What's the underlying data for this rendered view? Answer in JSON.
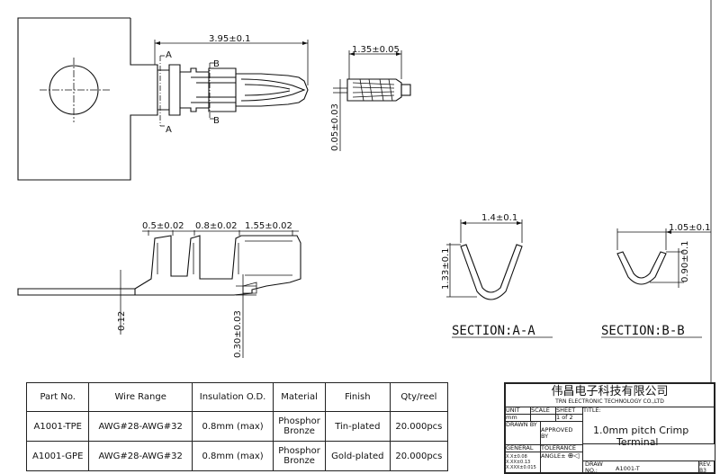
{
  "dimensions": {
    "top_length": "3.95±0.1",
    "end_width": "1.35±0.05",
    "end_offset": "0.05±0.03",
    "slot1": "0.5±0.02",
    "slot2": "0.8±0.02",
    "slot3": "1.55±0.02",
    "thickness": "0.12",
    "tab_height": "0.30±0.03",
    "sec_a_width": "1.4±0.1",
    "sec_a_height": "1.33±0.1",
    "sec_b_width": "1.05±0.1",
    "sec_b_height": "0.90±0.1"
  },
  "section_markers": {
    "a": "A",
    "b": "B"
  },
  "sections": {
    "a": "SECTION:A-A",
    "b": "SECTION:B-B"
  },
  "spec_table": {
    "headers": [
      "Part No.",
      "Wire Range",
      "Insulation O.D.",
      "Material",
      "Finish",
      "Qty/reel"
    ],
    "rows": [
      {
        "part": "A1001-TPE",
        "wire": "AWG#28-AWG#32",
        "insulation": "0.8mm (max)",
        "material_line1": "Phosphor",
        "material_line2": "Bronze",
        "finish": "Tin-plated",
        "qty": "20.000pcs"
      },
      {
        "part": "A1001-GPE",
        "wire": "AWG#28-AWG#32",
        "insulation": "0.8mm (max)",
        "material_line1": "Phosphor",
        "material_line2": "Bronze",
        "finish": "Gold-plated",
        "qty": "20.000pcs"
      }
    ]
  },
  "title_block": {
    "company_cn": "伟昌电子科技有限公司",
    "company_en": "TRN ELECTRONIC TECHNOLOGY CO.,LTD",
    "unit_label": "UNIT",
    "unit_value": "mm",
    "scale_label": "SCALE",
    "sheet_label": "SHEET",
    "sheet_value": "1 of 2",
    "title_label": "TITLE:",
    "drawn_by": "DRAWN BY",
    "approved_line1": "APPROVED",
    "approved_line2": "BY",
    "general": "GENERAL",
    "tolerance": "TOLERANCE",
    "angle": "ANGLE±",
    "tol1": "X.X±0.08",
    "tol2": "X.XX±0.13",
    "tol3": "X.XXX±0.015",
    "title_line1": "1.0mm pitch Crimp",
    "title_line2": "Terminal",
    "draw_no_line1": "DRAW",
    "draw_no_line2": "NO.:",
    "draw_no_value": "A1001-T",
    "rev_label": "REV.",
    "rev_value": "B3"
  }
}
